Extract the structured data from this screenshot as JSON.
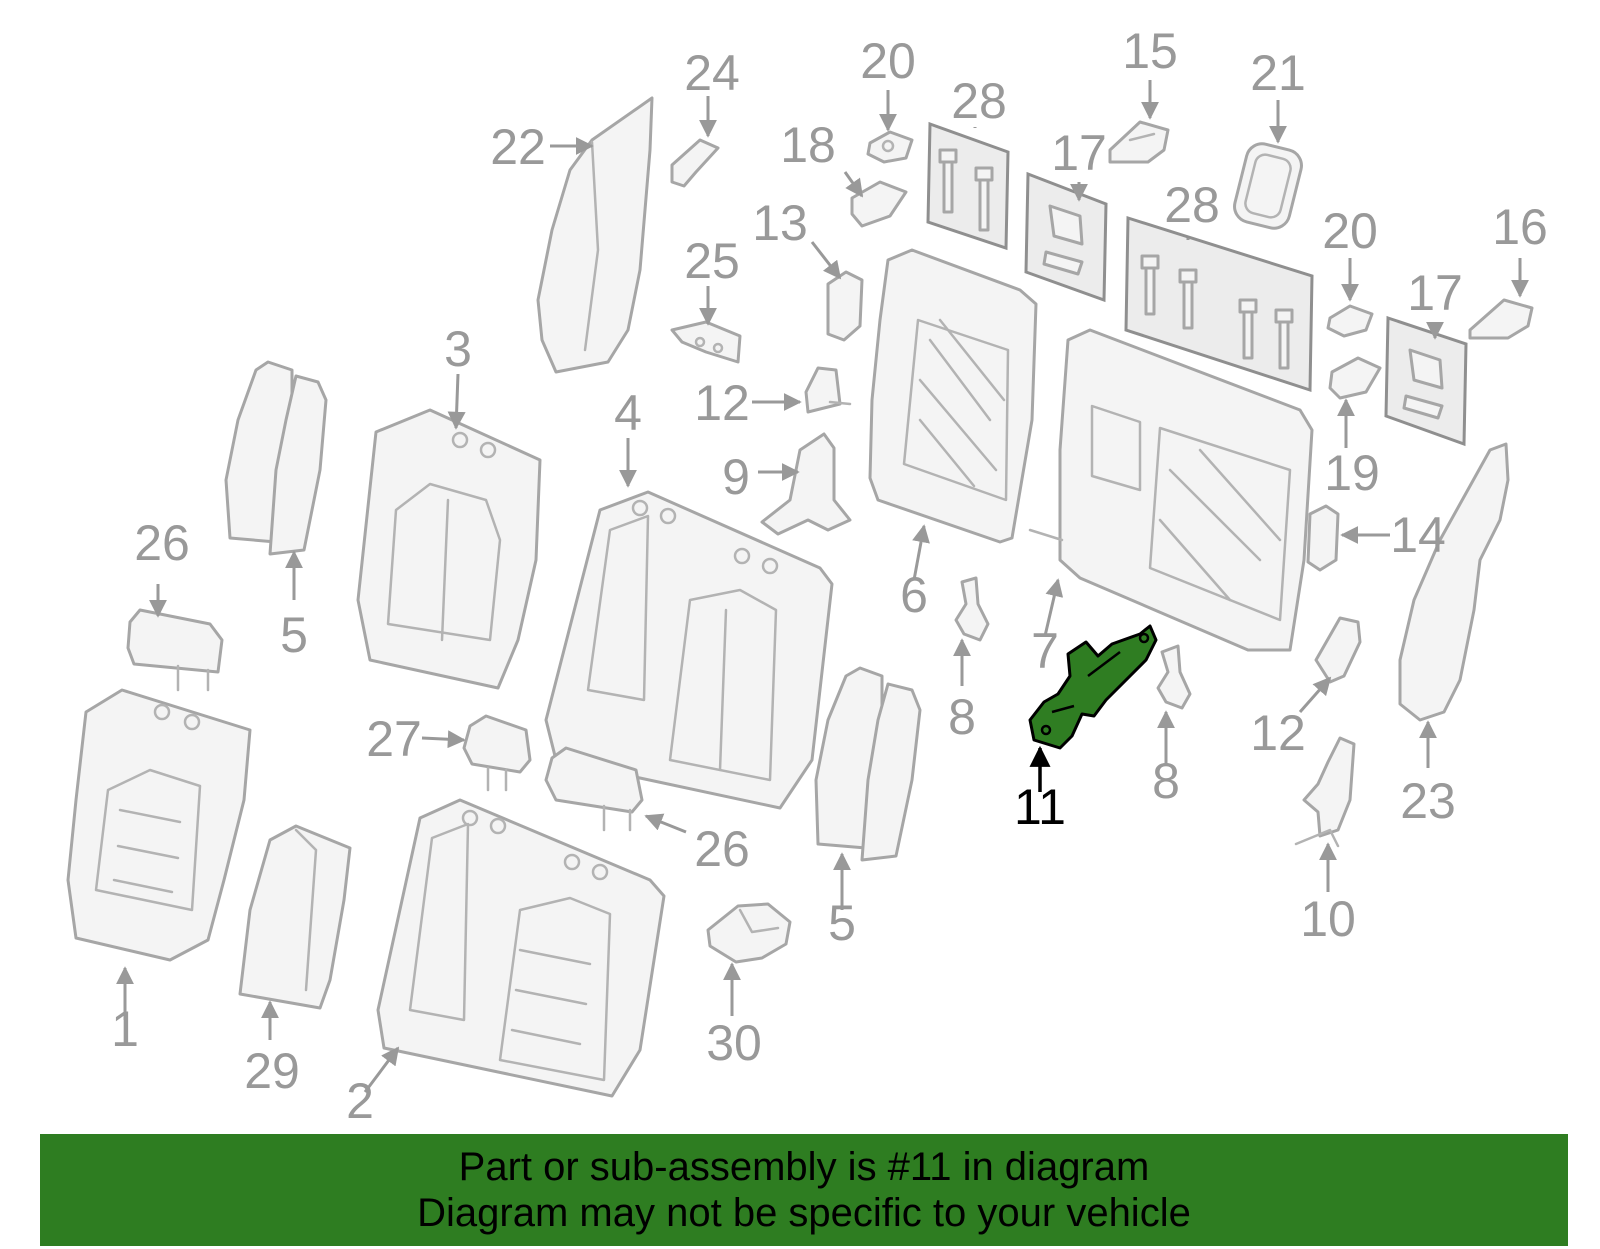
{
  "diagram": {
    "highlight_color": "#2e7d21",
    "highlighted_part": "11",
    "callouts": {
      "c1": "1",
      "c2": "2",
      "c3": "3",
      "c4": "4",
      "c5a": "5",
      "c5b": "5",
      "c6": "6",
      "c7": "7",
      "c8a": "8",
      "c8b": "8",
      "c9": "9",
      "c10": "10",
      "c11": "11",
      "c12a": "12",
      "c12b": "12",
      "c13": "13",
      "c14": "14",
      "c15": "15",
      "c16": "16",
      "c17a": "17",
      "c17b": "17",
      "c18": "18",
      "c19": "19",
      "c20a": "20",
      "c20b": "20",
      "c21": "21",
      "c22": "22",
      "c23": "23",
      "c24": "24",
      "c25": "25",
      "c26a": "26",
      "c26b": "26",
      "c27": "27",
      "c28a": "28",
      "c28b": "28",
      "c29": "29",
      "c30": "30"
    }
  },
  "banner": {
    "line1": "Part or sub-assembly is #11 in diagram",
    "line2": "Diagram may not be specific to your vehicle"
  }
}
